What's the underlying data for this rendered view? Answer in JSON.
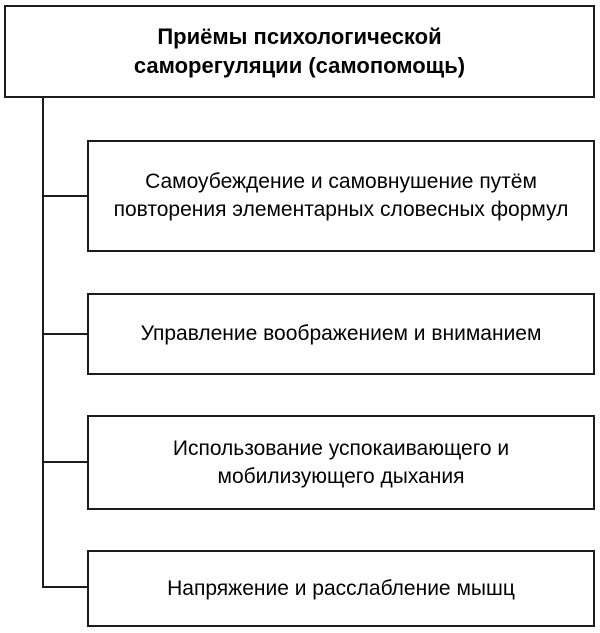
{
  "flowchart": {
    "title": "Приёмы психологической саморегуляции (самопомощь)",
    "items": [
      {
        "label": "Самоубеждение и самовнушение путём повторения элементарных словесных формул"
      },
      {
        "label": "Управление воображением и вниманием"
      },
      {
        "label": "Использование успокаивающего и мобилизующего дыхания"
      },
      {
        "label": "Напряжение и расслабление мышц"
      }
    ],
    "colors": {
      "border": "#1c1c1c",
      "background": "#ffffff",
      "text": "#000000"
    }
  }
}
